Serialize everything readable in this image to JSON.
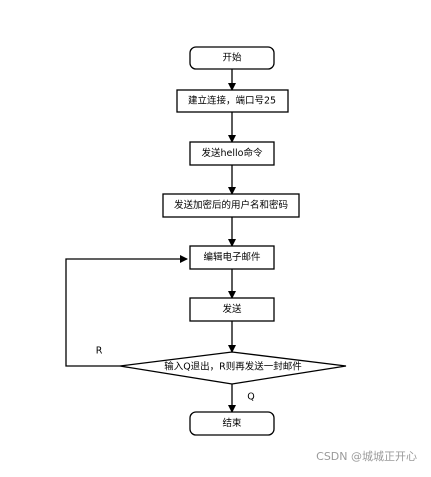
{
  "flowchart": {
    "nodes": {
      "start": "开始",
      "connect": "建立连接，端口号25",
      "hello": "发送hello命令",
      "auth": "发送加密后的用户名和密码",
      "edit": "编辑电子邮件",
      "send": "发送",
      "decision": "输入Q退出，R则再发送一封邮件",
      "end": "结束"
    },
    "edge_labels": {
      "retry": "R",
      "quit": "Q"
    }
  },
  "watermark": "CSDN @城城正开心"
}
